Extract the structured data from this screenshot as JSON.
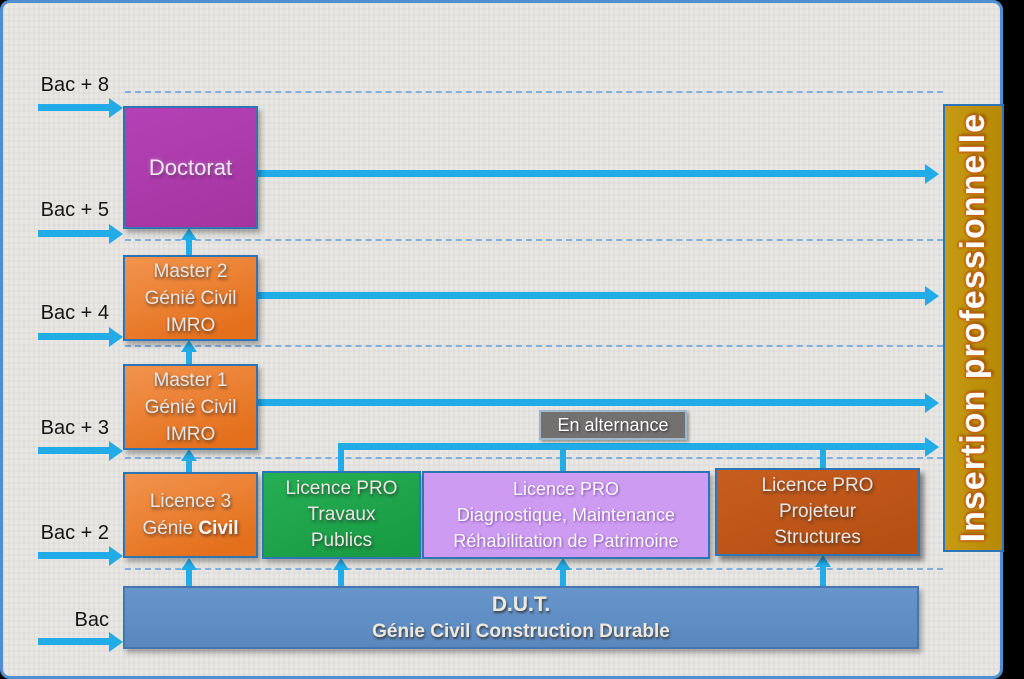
{
  "levels": [
    {
      "label": "Bac + 8"
    },
    {
      "label": "Bac + 5"
    },
    {
      "label": "Bac + 4"
    },
    {
      "label": "Bac + 3"
    },
    {
      "label": "Bac + 2"
    },
    {
      "label": "Bac"
    }
  ],
  "boxes": {
    "doctorat": {
      "label": "Doctorat",
      "color": "#A93AAD"
    },
    "master2": {
      "lines": [
        "Master 2",
        "Génié Civil",
        "IMRO"
      ],
      "color": "#ED7D31"
    },
    "master1": {
      "lines": [
        "Master 1",
        "Génié Civil",
        "IMRO"
      ],
      "color": "#ED7D31"
    },
    "licence3": {
      "line1": "Licence 3",
      "line2_regular": "Génie ",
      "line2_bold": "Civil",
      "color": "#ED7D31"
    },
    "licpro_travaux": {
      "lines": [
        "Licence PRO",
        "Travaux",
        "Publics"
      ],
      "color": "#21A84D"
    },
    "licpro_diagnostique": {
      "lines": [
        "Licence PRO",
        "Diagnostique, Maintenance",
        "Réhabilitation de Patrimoine"
      ],
      "color": "#CD9CF2"
    },
    "licpro_projeteur": {
      "lines": [
        "Licence PRO",
        "Projeteur",
        "Structures"
      ],
      "color": "#C0571B"
    },
    "dut": {
      "line1": "D.U.T.",
      "line2": "Génie Civil Construction Durable",
      "color": "#6090C8"
    },
    "insertion": {
      "label": "Insertion professionnelle",
      "color": "#BF9000"
    },
    "alternance": {
      "label": "En alternance",
      "color": "#737070"
    }
  },
  "style": {
    "arrow_color": "#21ACE8",
    "dashed_line_color": "#7FB0E0",
    "box_border_color": "#2E75B6",
    "canvas_background": "#E8E7E4",
    "canvas_border_color": "#4F8FD0"
  }
}
